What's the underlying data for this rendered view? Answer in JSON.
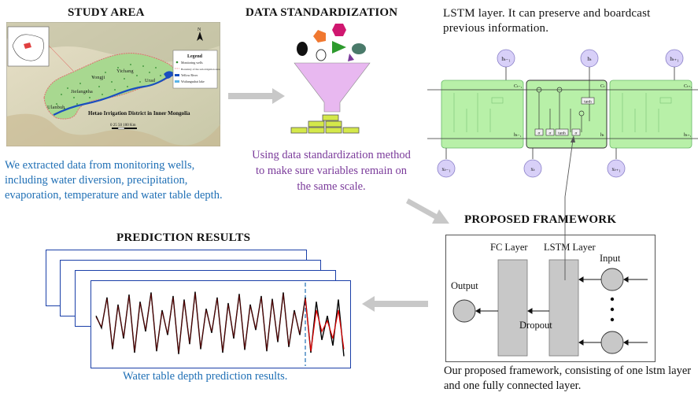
{
  "study_area": {
    "heading": "STUDY AREA",
    "description": "We extracted data from monitoring wells, including water diversion, precipitation, evaporation, temperature and water table depth.",
    "map": {
      "title": "Hetao Irrigation District in Inner Mongolia",
      "legend_title": "Legend",
      "legend_items": [
        "Monitoring wells",
        "Boundary of the sub-irrigation area",
        "Yellow River",
        "Wuliangsuhai lake"
      ],
      "regions": [
        "Ulanbuh",
        "Jiefangzha",
        "Yongji",
        "Yichang",
        "Urad"
      ],
      "scale_label": "0  25  50   100 Km",
      "north_label": "N"
    }
  },
  "data_standardization": {
    "heading": "DATA STANDARDIZATION",
    "description": "Using data standardization method to make sure variables remain on the same scale."
  },
  "lstm": {
    "heading": "LSTM layer. It can preserve and boardcast previous information.",
    "cell_labels": {
      "h_prev": "hₜ₋₁",
      "h_t": "hₜ",
      "h_next": "hₜ₊₁",
      "x_prev": "xₜ₋₁",
      "x_t": "xₜ",
      "x_next": "xₜ₊₁",
      "c_prev": "Cₜ₋₁",
      "c_t": "Cₜ",
      "c_next": "Cₜ₊₁",
      "tanh": "tanh",
      "sigma": "σ"
    }
  },
  "framework": {
    "heading": "PROPOSED FRAMEWORK",
    "fc_layer": "FC Layer",
    "lstm_layer": "LSTM Layer",
    "input": "Input",
    "output": "Output",
    "dropout": "Dropout",
    "description": "Our proposed framework, consisting of one lstm layer and one fully connected layer."
  },
  "prediction": {
    "heading": "PREDICTION RESULTS",
    "description": "Water table depth prediction results."
  },
  "colors": {
    "arrow_gray": "#c8c8c8",
    "funnel": "#e8b8f0",
    "brick": "#d4e84a",
    "lstm_cell": "#b8f0a8",
    "lstm_node": "#d8d0f8",
    "fw_layer": "#c8c8c8",
    "series_observed": "#000000",
    "series_predicted": "#e00000"
  },
  "chart_data": {
    "type": "line",
    "series": [
      {
        "values": [
          0.62,
          0.45,
          0.88,
          0.15,
          0.78,
          0.3,
          0.92,
          0.1,
          0.82,
          0.4,
          0.95,
          0.12,
          0.7,
          0.35,
          0.9,
          0.08,
          0.85,
          0.22,
          0.96,
          0.15,
          0.72,
          0.38,
          0.88,
          0.1,
          0.8,
          0.3,
          0.93,
          0.14,
          0.78,
          0.42,
          0.9,
          0.12,
          0.86,
          0.25,
          0.95,
          0.18,
          0.7,
          0.35,
          0.88,
          0.1,
          0.82,
          0.28,
          0.62,
          0.2,
          0.85,
          0.05
        ]
      },
      {
        "values": [
          0.6,
          0.47,
          0.86,
          0.17,
          0.76,
          0.32,
          0.9,
          0.12,
          0.8,
          0.42,
          0.93,
          0.14,
          0.68,
          0.37,
          0.88,
          0.1,
          0.83,
          0.24,
          0.94,
          0.17,
          0.7,
          0.4,
          0.86,
          0.12,
          0.78,
          0.32,
          0.91,
          0.16,
          0.76,
          0.44,
          0.88,
          0.14,
          0.84,
          0.27,
          0.93,
          0.2,
          0.68,
          0.37,
          0.86,
          0.12,
          0.7,
          0.4,
          0.55,
          0.3,
          0.7,
          0.15
        ]
      }
    ],
    "split_index": 38
  }
}
